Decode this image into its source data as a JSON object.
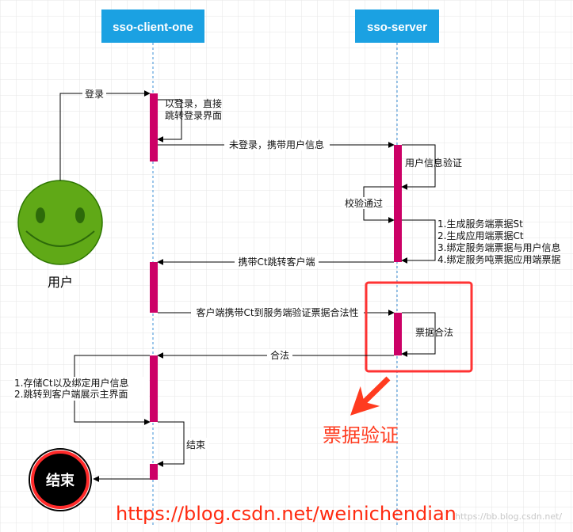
{
  "participants": [
    "sso-client-one",
    "sso-server"
  ],
  "actor": {
    "label": "用户"
  },
  "end_node": {
    "label": "结束"
  },
  "messages": {
    "login": "登录",
    "redirect_login_line1": "以登录，直接",
    "redirect_login_line2": "跳转登录界面",
    "not_logged_in": "未登录，携带用户信息",
    "verify_user": "用户信息验证",
    "verify_pass": "校验通过",
    "server_steps": [
      "1.生成服务端票据St",
      "2.生成应用端票据Ct",
      "3.绑定服务端票据与用户信息",
      "4.绑定服务吨票据应用端票据"
    ],
    "carry_ct": "携带Ct跳转客户端",
    "client_verify": "客户端携带Ct到服务端验证票据合法性",
    "ticket_valid": "票据合法",
    "legal": "合法",
    "client_steps": [
      "1.存储Ct以及绑定用户信息",
      "2.跳转到客户端展示主界面"
    ],
    "end": "结束"
  },
  "highlight": {
    "label": "票据验证"
  },
  "url": "https://blog.csdn.net/weinichendian",
  "watermark": "https://bb.blog.csdn.net/",
  "colors": {
    "grid": "#e6e6e6",
    "participant_fill": "#1ba1e2",
    "activation": "#cc0066",
    "lifeline": "#3a8fd6",
    "smiley": "#60a917",
    "highlight": "#ff3333",
    "end_fill": "#000000"
  }
}
